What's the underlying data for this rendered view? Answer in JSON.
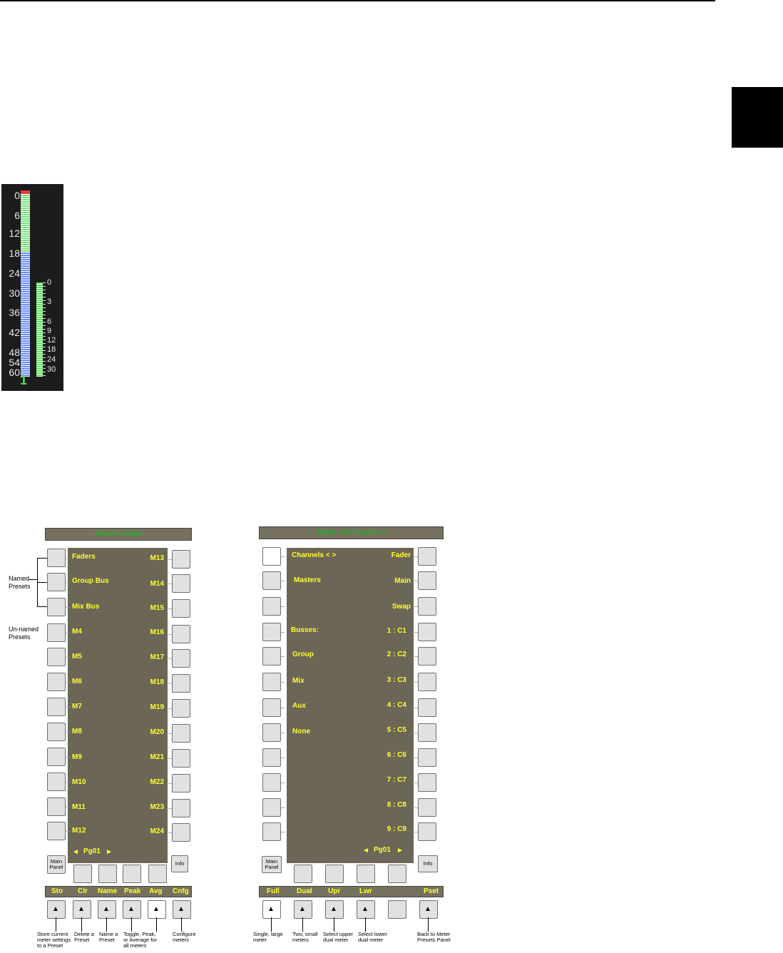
{
  "meter": {
    "scale_main": [
      "0",
      "6",
      "12",
      "18",
      "24",
      "30",
      "36",
      "42",
      "48",
      "54",
      "60"
    ],
    "scale_small": [
      "0",
      "3",
      "6",
      "9",
      "12",
      "18",
      "24",
      "30"
    ],
    "channel": "1",
    "colors": {
      "peak": "#e53a3a",
      "upper": "#7de07d",
      "lower": "#6a8cff",
      "small": "#58e058"
    }
  },
  "presets_panel": {
    "title": "Meter Presets",
    "left_labels": [
      "Faders",
      "Group Bus",
      "Mix Bus",
      "M4",
      "M5",
      "M6",
      "M7",
      "M8",
      "M9",
      "M10",
      "M11",
      "M12"
    ],
    "right_labels": [
      "M13",
      "M14",
      "M15",
      "M16",
      "M17",
      "M18",
      "M19",
      "M20",
      "M21",
      "M22",
      "M23",
      "M24"
    ],
    "page": "Pg01",
    "main_panel": "Main Panel",
    "info": "Info",
    "functions": [
      "Sto",
      "Clr",
      "Name",
      "Peak",
      "Avg",
      "Cnfg"
    ],
    "annotations": {
      "named": "Named Presets",
      "unnamed": "Un-named Presets",
      "sto": "Store current meter settings to a Preset",
      "clr": "Delete a Preset",
      "name": "Name a Preset",
      "toggle": "Toggle, Peak, or Average for all meters",
      "cnfg": "Configure meters"
    }
  },
  "config_panel": {
    "title": "Meter Configuration",
    "left_labels": [
      "Channels  < >",
      "Masters",
      "",
      "Busses:",
      "Group",
      "Mix",
      "Aux",
      "None",
      "",
      "",
      "",
      ""
    ],
    "right_labels": [
      "Fader",
      "Main",
      "Swap",
      "1   : C1",
      "2   : C2",
      "3   : C3",
      "4   : C4",
      "5   : C5",
      "6   : C6",
      "7   : C7",
      "8   : C8",
      "9   : C9"
    ],
    "page": "Pg01",
    "main_panel": "Main Panel",
    "info": "Info",
    "functions": [
      "Full",
      "Dual",
      "Upr",
      "Lwr",
      "",
      "Pset"
    ],
    "annotations": {
      "full": "Single, large meter",
      "dual": "Two, small meters",
      "upr": "Select upper dual meter",
      "lwr": "Select lower dual meter",
      "pset": "Back to Meter Presets Panel"
    }
  }
}
